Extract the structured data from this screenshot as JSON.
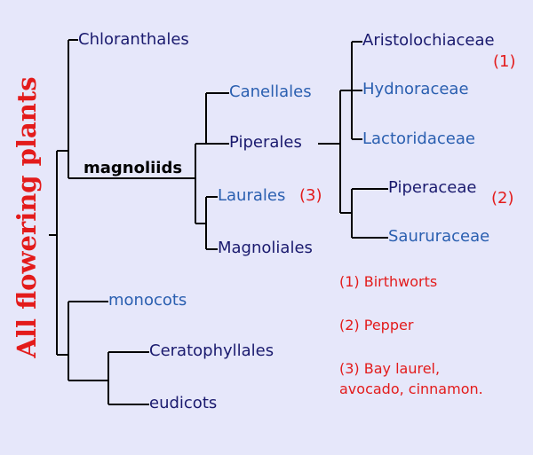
{
  "title": "All flowering plants",
  "taxa": {
    "chloranthales": "Chloranthales",
    "magnoliids": "magnoliids",
    "canellales": "Canellales",
    "piperales": "Piperales",
    "laurales": "Laurales",
    "magnoliales": "Magnoliales",
    "aristolochiaceae": "Aristolochiaceae",
    "hydnoraceae": "Hydnoraceae",
    "lactoridaceae": "Lactoridaceae",
    "piperaceae": "Piperaceae",
    "saururaceae": "Saururaceae",
    "monocots": "monocots",
    "ceratophyllales": "Ceratophyllales",
    "eudicots": "eudicots"
  },
  "markers": {
    "m1": "(1)",
    "m2": "(2)",
    "m3": "(3)"
  },
  "notes": {
    "n1": "(1) Birthworts",
    "n2": "(2) Pepper",
    "n3_line1": "(3) Bay laurel,",
    "n3_line2": "avocado, cinnamon."
  },
  "colors": {
    "background": "#e6e7fa",
    "title": "#e31b1b",
    "navy_text": "#1a1a6e",
    "blue_text": "#2a5fb0",
    "lines": "#000000"
  }
}
